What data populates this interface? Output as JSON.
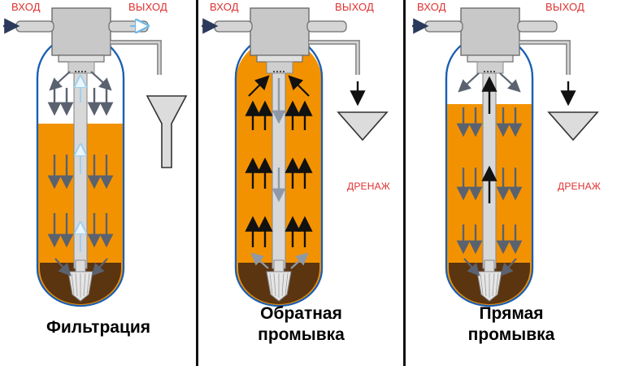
{
  "diagram": {
    "title_implicit": "Режимы работы фильтра",
    "colors": {
      "media_orange": "#f39200",
      "gravel_brown": "#5b3410",
      "tank_outline_blue": "#1a5fb4",
      "valve_gray": "#c8c8c8",
      "arrow_gray": "#5a6270",
      "arrow_black": "#111111",
      "arrow_blue_light": "#74b9e7",
      "arrow_navy": "#2b3a5c",
      "label_red": "#e03030",
      "divider_black": "#111111"
    },
    "panels": [
      {
        "id": "filtration",
        "caption": "Фильтрация",
        "caption_lines": [
          "Фильтрация"
        ],
        "inlet_label": "ВХОД",
        "outlet_label": "ВЫХОД",
        "drain_label": "",
        "inlet_arrow_color": "#2b3a5c",
        "outlet_arrow_color": "#74b9e7",
        "media_flow_direction": "down",
        "riser_flow_direction": "up",
        "media_arrow_color": "#5a6270",
        "riser_arrow_color": "#9fd0ef",
        "media_level_label": "partial",
        "drain_arrow_visible": false
      },
      {
        "id": "backwash",
        "caption": "Обратная промывка",
        "caption_lines": [
          "Обратная",
          "промывка"
        ],
        "inlet_label": "ВХОД",
        "outlet_label": "ВЫХОД",
        "drain_label": "ДРЕНАЖ",
        "inlet_arrow_color": "#2b3a5c",
        "outlet_arrow_color": "#111111",
        "media_flow_direction": "up",
        "riser_flow_direction": "down",
        "media_arrow_color": "#111111",
        "riser_arrow_color": "#8d99a8",
        "media_level_label": "expanded",
        "drain_arrow_visible": true
      },
      {
        "id": "fast-rinse",
        "caption": "Прямая промывка",
        "caption_lines": [
          "Прямая",
          "промывка"
        ],
        "inlet_label": "ВХОД",
        "outlet_label": "ВЫХОД",
        "drain_label": "ДРЕНАЖ",
        "inlet_arrow_color": "#2b3a5c",
        "outlet_arrow_color": "#111111",
        "media_flow_direction": "down",
        "riser_flow_direction": "up",
        "media_arrow_color": "#5a6270",
        "riser_arrow_color": "#111111",
        "media_level_label": "settled",
        "drain_arrow_visible": true
      }
    ]
  }
}
